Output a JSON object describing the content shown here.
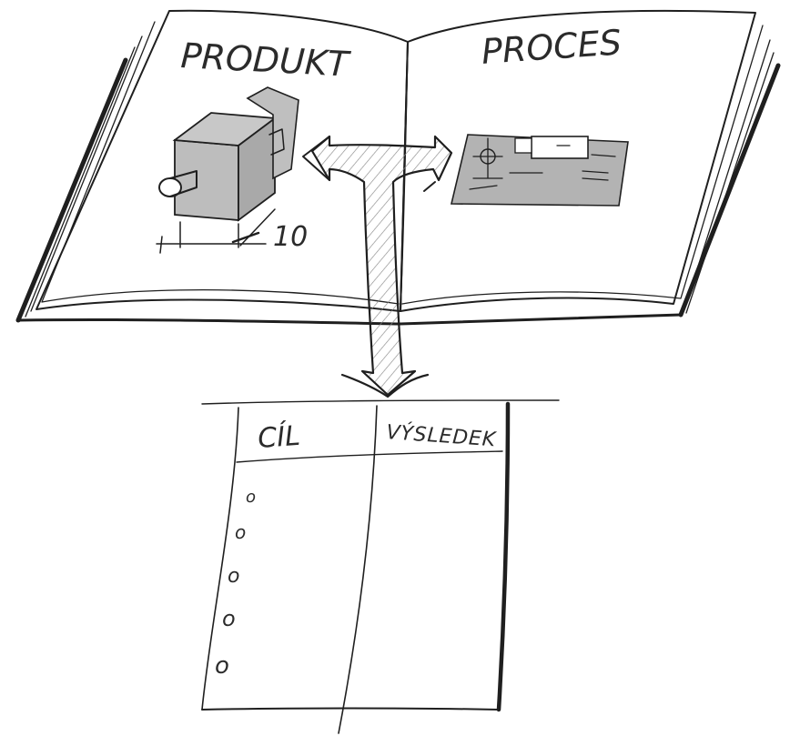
{
  "book": {
    "left_page_title": "PRODUKT",
    "right_page_title": "PROCES",
    "dimension_label": "10"
  },
  "table": {
    "col1_header": "CÍL",
    "col2_header": "VÝSLEDEK",
    "row_marks": [
      "o",
      "o",
      "o",
      "o",
      "o"
    ]
  },
  "colors": {
    "ink": "#1f1f1f",
    "shade": "#b9b9b9",
    "paper": "#ffffff"
  }
}
